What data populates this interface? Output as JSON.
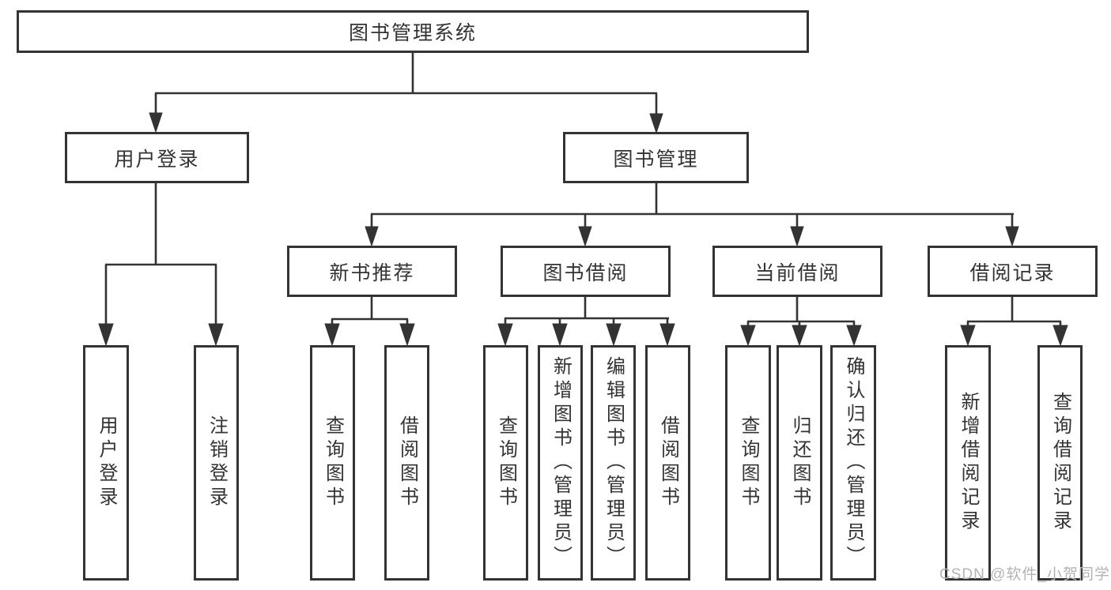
{
  "colors": {
    "line": "#333333",
    "box_border": "#333333",
    "box_background": "#ffffff",
    "label_text": "#333333",
    "watermark_text": "#b3b3b3",
    "page_background": "#ffffff"
  },
  "diagram": {
    "root": {
      "label": "图书管理系统"
    },
    "branches": [
      {
        "label": "用户登录",
        "children": [
          {
            "label": "用户登录"
          },
          {
            "label": "注销登录"
          }
        ]
      },
      {
        "label": "图书管理",
        "children": [
          {
            "label": "新书推荐",
            "children": [
              {
                "label": "查询图书"
              },
              {
                "label": "借阅图书"
              }
            ]
          },
          {
            "label": "图书借阅",
            "children": [
              {
                "label": "查询图书"
              },
              {
                "label": "新增图书（管理员）"
              },
              {
                "label": "编辑图书（管理员）"
              },
              {
                "label": "借阅图书"
              }
            ]
          },
          {
            "label": "当前借阅",
            "children": [
              {
                "label": "查询图书"
              },
              {
                "label": "归还图书"
              },
              {
                "label": "确认归还（管理员）"
              }
            ]
          },
          {
            "label": "借阅记录",
            "children": [
              {
                "label": "新增借阅记录"
              },
              {
                "label": "查询借阅记录"
              }
            ]
          }
        ]
      }
    ]
  },
  "watermark": {
    "text": "CSDN @软件_小贺同学"
  }
}
